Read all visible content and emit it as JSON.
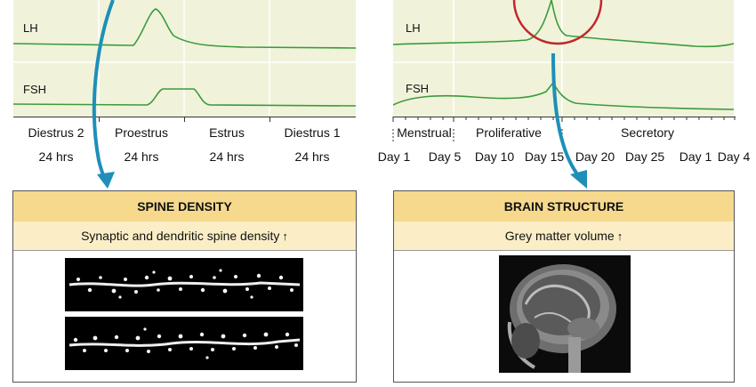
{
  "left_chart": {
    "lh_label": "LH",
    "fsh_label": "FSH",
    "phases": [
      "Diestrus 2",
      "Proestrus",
      "Estrus",
      "Diestrus 1"
    ],
    "durations": [
      "24 hrs",
      "24 hrs",
      "24 hrs",
      "24 hrs"
    ]
  },
  "right_chart": {
    "lh_label": "LH",
    "fsh_label": "FSH",
    "phases": [
      "Menstrual",
      "Proliferative",
      "Secretory"
    ],
    "days": [
      "Day 1",
      "Day 5",
      "Day 10",
      "Day 15",
      "Day 20",
      "Day 25",
      "Day 1",
      "Day 4"
    ]
  },
  "left_box": {
    "title": "SPINE DENSITY",
    "subtitle": "Synaptic and dendritic spine density"
  },
  "right_box": {
    "title": "BRAIN STRUCTURE",
    "subtitle": "Grey matter volume"
  },
  "colors": {
    "panel_bg": "#f0f3da",
    "curve": "#3c9a3c",
    "arrow": "#1e8fb8",
    "circle": "#c0272d",
    "box_title_bg": "#f6d98d",
    "box_sub_bg": "#fbeec6"
  }
}
